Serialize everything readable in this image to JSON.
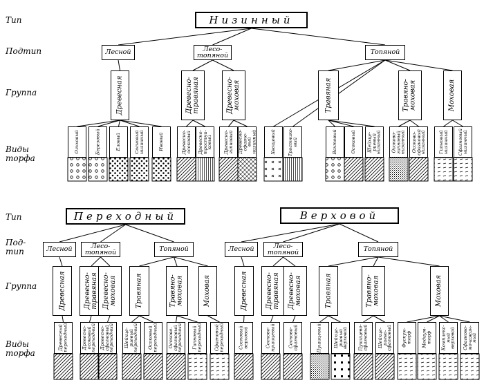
{
  "row_labels": {
    "type": "Тип",
    "subtype": "Подтип",
    "subtype_split": "Под-\nтип",
    "group": "Группа",
    "species": "Виды\nторфа"
  },
  "sections": [
    {
      "type": "Низинный",
      "subtypes": [
        {
          "label": "Лесной",
          "groups": [
            {
              "label": "Древесная",
              "species": [
                {
                  "label": "Ольховый",
                  "pattern": "circles"
                },
                {
                  "label": "Березовый",
                  "pattern": "circles"
                },
                {
                  "label": "Еловый",
                  "pattern": "dots"
                },
                {
                  "label": "Сосновый\nнизинный",
                  "pattern": "dots"
                },
                {
                  "label": "Ивовый",
                  "pattern": "dots"
                }
              ]
            }
          ]
        },
        {
          "label": "Лесо-\nтопяной",
          "groups": [
            {
              "label": "Древесно-\nтравяная",
              "species": [
                {
                  "label": "Древесно-\nосоковый",
                  "pattern": "hatch"
                },
                {
                  "label": "Древесно-\nтростни-\nковый",
                  "pattern": "vlines"
                }
              ]
            },
            {
              "label": "Древесно-\nмоховая",
              "species": [
                {
                  "label": "Древесно-\nгипновый",
                  "pattern": "hatch"
                },
                {
                  "label": "Древесно-\nсфагно-\nвый\nнизинный",
                  "pattern": "cross"
                }
              ]
            }
          ]
        },
        {
          "label": "Топяной",
          "groups": [
            {
              "label": "",
              "species": [
                {
                  "label": "Хвощевый",
                  "pattern": "xmarks"
                },
                {
                  "label": "Тростнико-\nвый",
                  "pattern": "vlines"
                }
              ]
            },
            {
              "label": "Травяная",
              "species": [
                {
                  "label": "Вахтовый",
                  "pattern": "circles"
                },
                {
                  "label": "Осоковый",
                  "pattern": "hatch"
                },
                {
                  "label": "Шейхце-\nриевый\nнизинный",
                  "pattern": "hatch"
                }
              ]
            },
            {
              "label": "Травяно-\nмоховая",
              "species": [
                {
                  "label": "Осоково-\nгипновый\nнизинный",
                  "pattern": "fine"
                },
                {
                  "label": "Осоково-\nсфагновый\nнизинный",
                  "pattern": "hatch"
                }
              ]
            },
            {
              "label": "Моховая",
              "species": [
                {
                  "label": "Гипновый\nнизинный",
                  "pattern": "dashes"
                },
                {
                  "label": "Сфагновый\nнизинный",
                  "pattern": "dashes"
                }
              ]
            }
          ]
        }
      ]
    },
    {
      "type": "Переходный",
      "subtypes": [
        {
          "label": "Лесной",
          "groups": [
            {
              "label": "Древесная",
              "species": [
                {
                  "label": "Древесный\nпереходный",
                  "pattern": "hatch"
                }
              ]
            }
          ]
        },
        {
          "label": "Лесо-\nтопяной",
          "groups": [
            {
              "label": "Древесно-\nтравяная",
              "species": [
                {
                  "label": "Древесно-\nосоковый\nпереходный",
                  "pattern": "hatch"
                }
              ]
            },
            {
              "label": "Древесно-\nмоховая",
              "species": [
                {
                  "label": "Древесно-\nсфагновый\nпереходный",
                  "pattern": "hatch"
                }
              ]
            }
          ]
        },
        {
          "label": "Топяной",
          "groups": [
            {
              "label": "Травяная",
              "species": [
                {
                  "label": "Шейхце-\nриевый\nпереходный",
                  "pattern": "hatch"
                },
                {
                  "label": "Осоковый\nпереходный",
                  "pattern": "hatch"
                }
              ]
            },
            {
              "label": "Травяно-\nмоховая",
              "species": [
                {
                  "label": "Осоково-\nсфагновый\nпереходный",
                  "pattern": "hatch"
                },
                {
                  "label": "Гипновый\nпереходный",
                  "pattern": "dashes"
                }
              ]
            },
            {
              "label": "Моховая",
              "species": [
                {
                  "label": "Сфагновый\nпереходный",
                  "pattern": "dashes"
                }
              ]
            }
          ]
        }
      ]
    },
    {
      "type": "Верховой",
      "subtypes": [
        {
          "label": "Лесной",
          "groups": [
            {
              "label": "Древесная",
              "species": [
                {
                  "label": "Сосновый\nверховой",
                  "pattern": "hatch"
                }
              ]
            }
          ]
        },
        {
          "label": "Лесо-\nтопяной",
          "groups": [
            {
              "label": "Древесно-\nтравяная",
              "species": [
                {
                  "label": "Сосново-\nпушицевый",
                  "pattern": "hatch"
                }
              ]
            },
            {
              "label": "Древесно-\nмоховая",
              "species": [
                {
                  "label": "Сосново-\nсфагновый",
                  "pattern": "hatch"
                }
              ]
            }
          ]
        },
        {
          "label": "Топяной",
          "groups": [
            {
              "label": "Травяная",
              "species": [
                {
                  "label": "Пушицевый",
                  "pattern": "fine"
                },
                {
                  "label": "Шейхце-\nриевый\nверховой",
                  "pattern": "squares"
                }
              ]
            },
            {
              "label": "Травяно-\nмоховая",
              "species": [
                {
                  "label": "Пушицево-\nсфагновый",
                  "pattern": "hatch"
                },
                {
                  "label": "Шейхце-\nриево-\nсфагновый",
                  "pattern": "hatch"
                }
              ]
            },
            {
              "label": "Моховая",
              "species": [
                {
                  "label": "Фускум-\nторф",
                  "pattern": "dashes"
                },
                {
                  "label": "Медиум-\nторф",
                  "pattern": "dashes"
                },
                {
                  "label": "Комплекс-\nный\nверховой",
                  "pattern": "dashes"
                },
                {
                  "label": "Сфагново-\nмочажин-\nный",
                  "pattern": "dashes"
                }
              ]
            }
          ]
        }
      ]
    }
  ]
}
